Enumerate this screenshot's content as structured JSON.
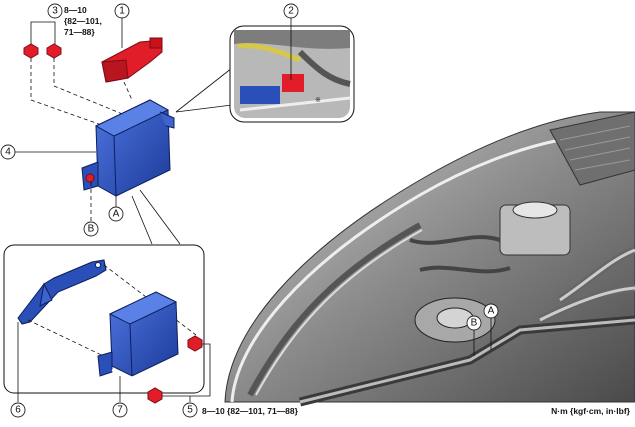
{
  "callouts": {
    "c1": "1",
    "c2": "2",
    "c3": "3",
    "c4": "4",
    "c5": "5",
    "c6": "6",
    "c7": "7",
    "cA": "A",
    "cB": "B",
    "photo_A": "A",
    "photo_B": "B"
  },
  "torque_top": {
    "line1": "8—10",
    "line2": "{82—101,",
    "line3": "71—88}"
  },
  "torque_bottom": "8—10 {82—101, 71—88}",
  "units_note": "N·m {kgf·cm, in·lbf}",
  "colors": {
    "module_blue": "#2a4fb8",
    "fastener_red": "#e21d2a",
    "engine_bay_gray": "#9a9a9a"
  }
}
